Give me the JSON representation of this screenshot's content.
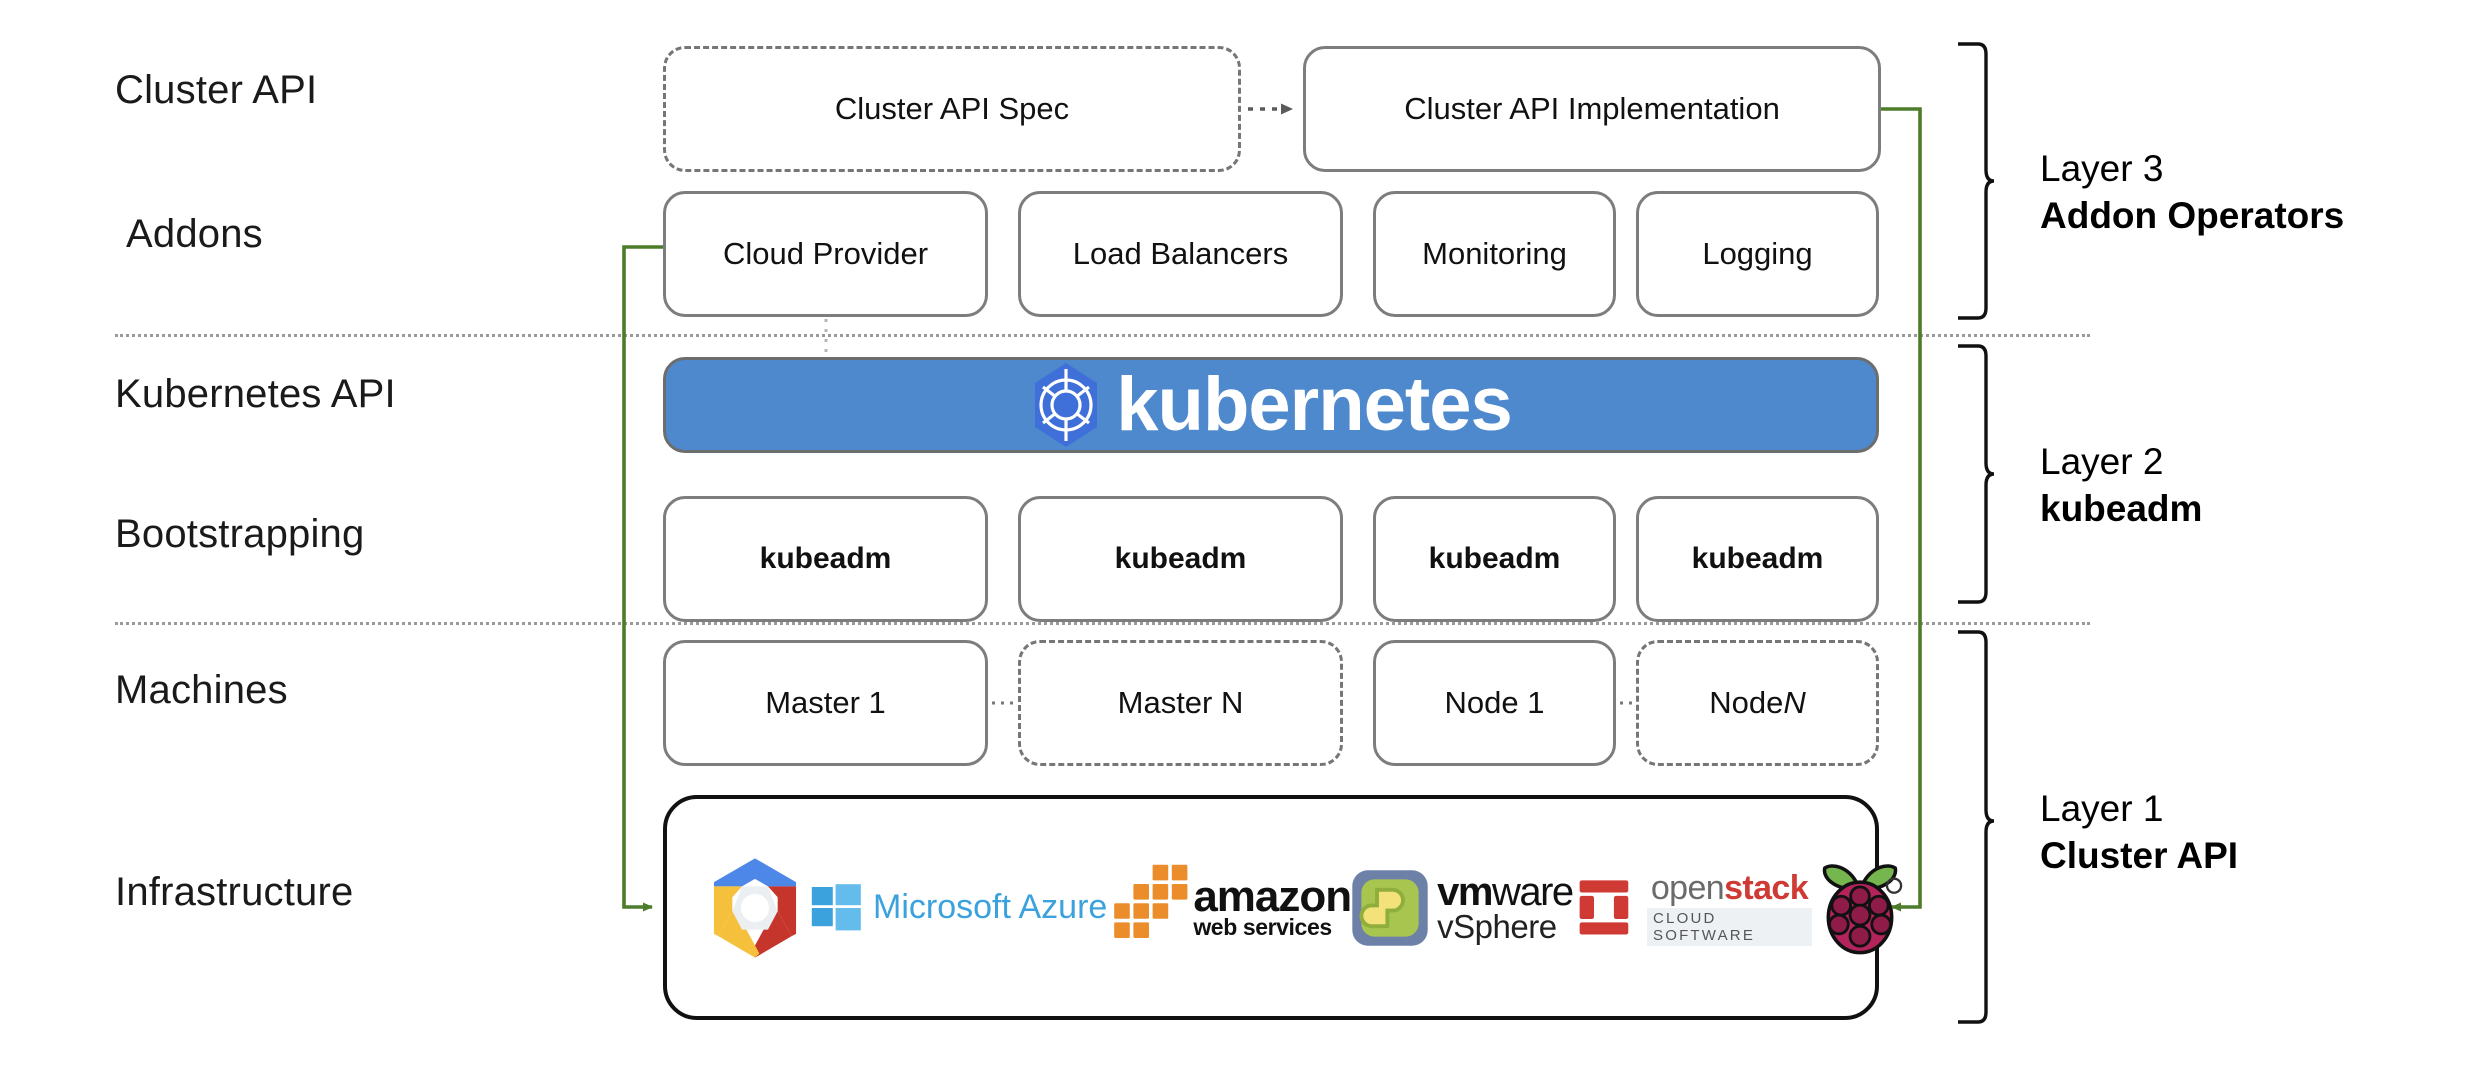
{
  "diagram": {
    "title": "Kubernetes Cluster API layered architecture",
    "accent_green": "#4d7c2a",
    "k8s_blue": "#4e88cd",
    "box_border": "#7d7d7d"
  },
  "row_labels": [
    {
      "key": "cluster-api",
      "text": "Cluster API"
    },
    {
      "key": "addons",
      "text": "Addons"
    },
    {
      "key": "kubernetes-api",
      "text": "Kubernetes API"
    },
    {
      "key": "bootstrapping",
      "text": "Bootstrapping"
    },
    {
      "key": "machines",
      "text": "Machines"
    },
    {
      "key": "infrastructure",
      "text": "Infrastructure"
    }
  ],
  "cluster_api_row": {
    "spec": "Cluster API Spec",
    "implementation": "Cluster API Implementation"
  },
  "addons_row": [
    "Cloud Provider",
    "Load Balancers",
    "Monitoring",
    "Logging"
  ],
  "kubernetes_banner": {
    "wordmark": "kubernetes",
    "logo_icon": "kubernetes-helm-wheel-icon"
  },
  "bootstrapping_row": [
    "kubeadm",
    "kubeadm",
    "kubeadm",
    "kubeadm"
  ],
  "machines_row": [
    {
      "label": "Master 1",
      "style": "solid"
    },
    {
      "label": "Master N",
      "style": "dashed"
    },
    {
      "label": "Node 1",
      "style": "solid"
    },
    {
      "label": "Node ",
      "italic_suffix": "N",
      "style": "dashed"
    }
  ],
  "infrastructure_logos": [
    {
      "name": "google-cloud-logo",
      "label": ""
    },
    {
      "name": "microsoft-azure-logo",
      "label": "Microsoft Azure"
    },
    {
      "name": "amazon-web-services-logo",
      "label_top": "amazon",
      "label_bottom": "web services"
    },
    {
      "name": "vmware-vsphere-logo",
      "label_top_bold": "vm",
      "label_top_rest": "ware",
      "label_bottom": "vSphere"
    },
    {
      "name": "openstack-logo",
      "label_top_plain": "open",
      "label_top_bold": "stack",
      "label_bottom": "CLOUD SOFTWARE"
    },
    {
      "name": "raspberry-pi-logo",
      "label": ""
    }
  ],
  "layer_labels": [
    {
      "key": "layer-3",
      "line1": "Layer 3",
      "line2": "Addon Operators"
    },
    {
      "key": "layer-2",
      "line1": "Layer 2",
      "line2": "kubeadm"
    },
    {
      "key": "layer-1",
      "line1": "Layer 1",
      "line2": "Cluster API"
    }
  ]
}
